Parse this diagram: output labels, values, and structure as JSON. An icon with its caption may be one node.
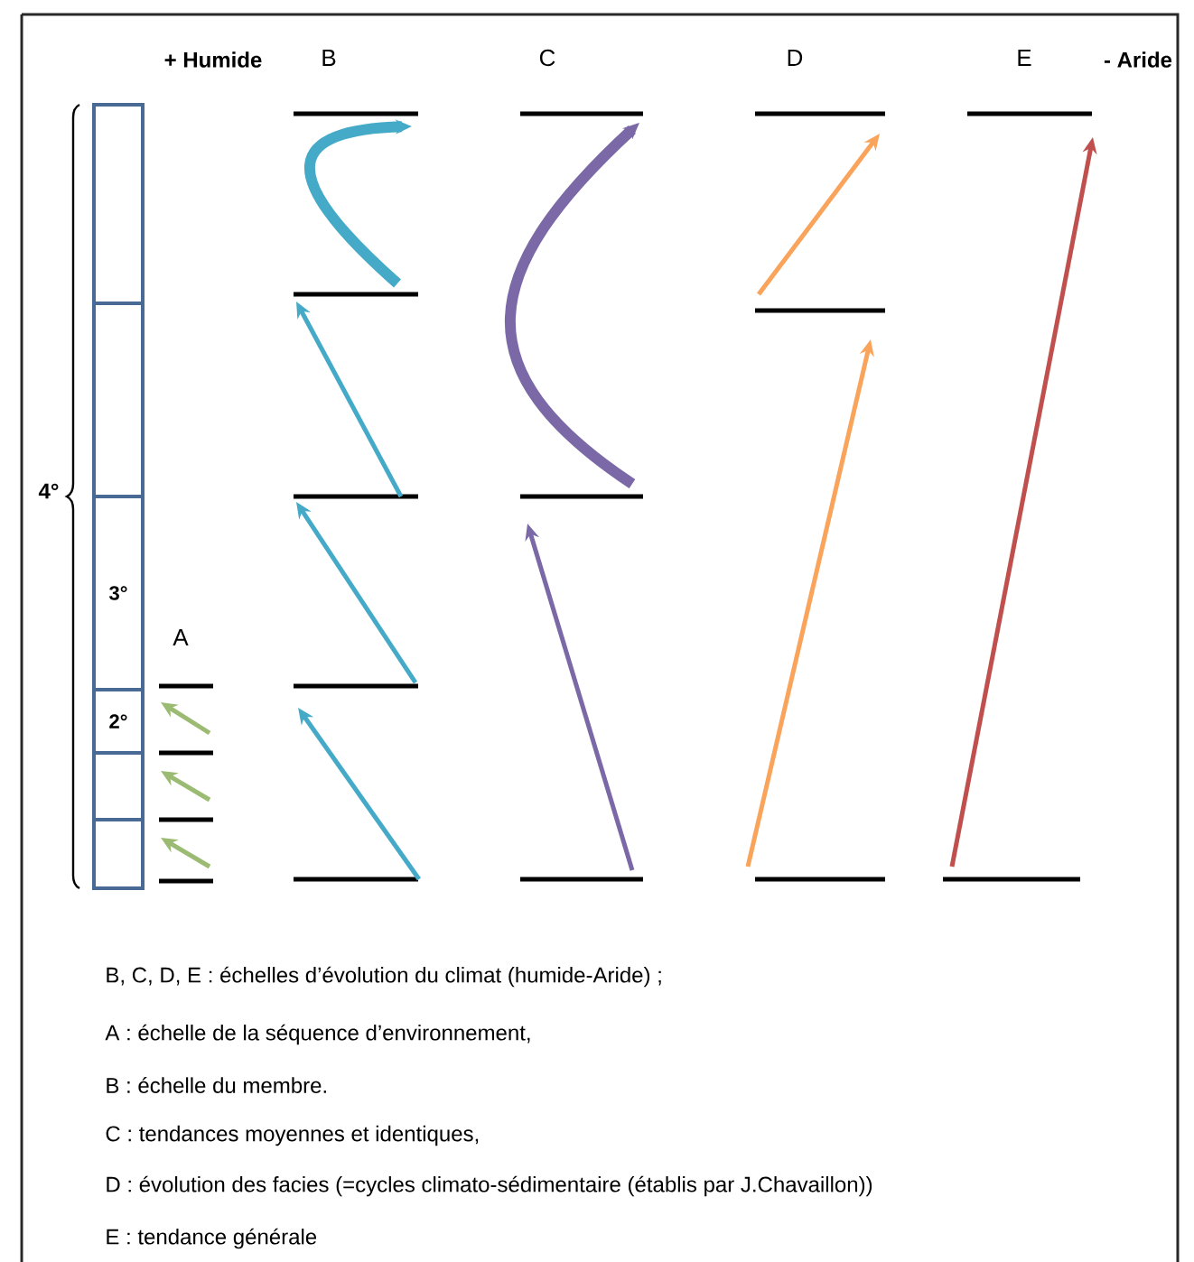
{
  "diagram": {
    "nodes": [
      {
        "text": [],
        "shape": "box"
      },
      {
        "text": [],
        "shape": "box"
      },
      {
        "text": [
          "3°"
        ]
      },
      {
        "text": [
          "2°"
        ]
      },
      {
        "text": [],
        "shape": "box"
      },
      {
        "text": [],
        "shape": "box"
      },
      {
        "text": [],
        "shape": "bar"
      },
      {
        "text": [],
        "shape": "bar"
      },
      {
        "text": [],
        "shape": "bar"
      },
      {
        "text": [],
        "shape": "bar"
      },
      {
        "text": [],
        "shape": "bar"
      },
      {
        "text": [],
        "shape": "bar"
      },
      {
        "text": [],
        "shape": "bar"
      },
      {
        "text": [],
        "shape": "bar"
      },
      {
        "text": [],
        "shape": "bar"
      },
      {
        "text": [],
        "shape": "bar"
      },
      {
        "text": [],
        "shape": "bar"
      },
      {
        "text": [],
        "shape": "bar"
      },
      {
        "text": [],
        "shape": "bar"
      },
      {
        "text": [],
        "shape": "bar"
      },
      {
        "text": [],
        "shape": "bar"
      },
      {
        "text": [],
        "shape": "bar"
      },
      {
        "text": [],
        "shape": "bar"
      }
    ],
    "edges": [
      {
        "from": 7,
        "to": 6,
        "arrow": "to",
        "color": "#9bbb73"
      },
      {
        "from": 8,
        "to": 7,
        "arrow": "to",
        "color": "#9bbb73"
      },
      {
        "from": 9,
        "to": 8,
        "arrow": "to",
        "color": "#9bbb73"
      },
      {
        "from": 14,
        "to": 13,
        "arrow": "to",
        "color": "#45aac8"
      },
      {
        "from": 13,
        "to": 12,
        "arrow": "to",
        "color": "#45aac8"
      },
      {
        "from": 12,
        "to": 11,
        "arrow": "to",
        "color": "#45aac8"
      },
      {
        "from": 11,
        "to": 10,
        "arrow": "to",
        "style": "thick",
        "color": "#45aac8"
      },
      {
        "from": 17,
        "to": 16,
        "arrow": "to",
        "color": "#7b68a6"
      },
      {
        "from": 16,
        "to": 15,
        "arrow": "to",
        "style": "thick",
        "color": "#7b68a6"
      },
      {
        "from": 20,
        "to": 19,
        "arrow": "to",
        "color": "#f9a35b"
      },
      {
        "from": 19,
        "to": 18,
        "arrow": "to",
        "color": "#f9a35b"
      },
      {
        "from": 22,
        "to": 21,
        "arrow": "to",
        "color": "#c0504d"
      }
    ],
    "labels": [
      "+ Humide",
      "B",
      "C",
      "D",
      "E",
      "- Aride",
      "4°",
      "A",
      "B, C, D, E : échelles d’évolution du climat (humide-Aride) ;",
      "A : échelle de la séquence d’environnement,",
      "B : échelle du membre.",
      "C : tendances moyennes et identiques,",
      "D : évolution des facies (=cycles climato-sédimentaire (établis par J.Chavaillon))",
      "E : tendance générale"
    ]
  }
}
